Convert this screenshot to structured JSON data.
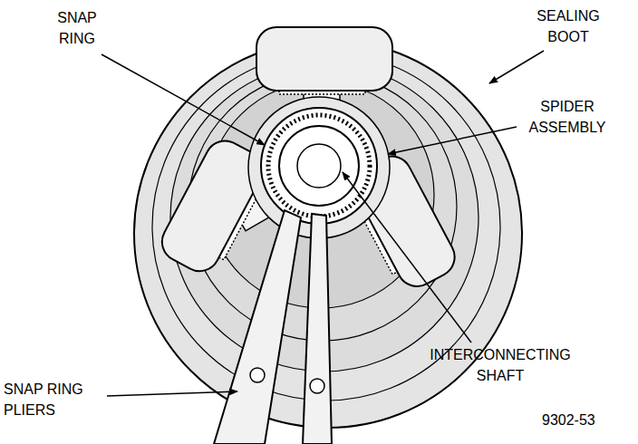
{
  "diagram": {
    "labels": [
      "SNAP RING",
      "SEALING BOOT",
      "SPIDER ASSEMBLY",
      "INTERCONNECTING SHAFT",
      "SNAP RING PLIERS",
      "9302-53"
    ]
  }
}
